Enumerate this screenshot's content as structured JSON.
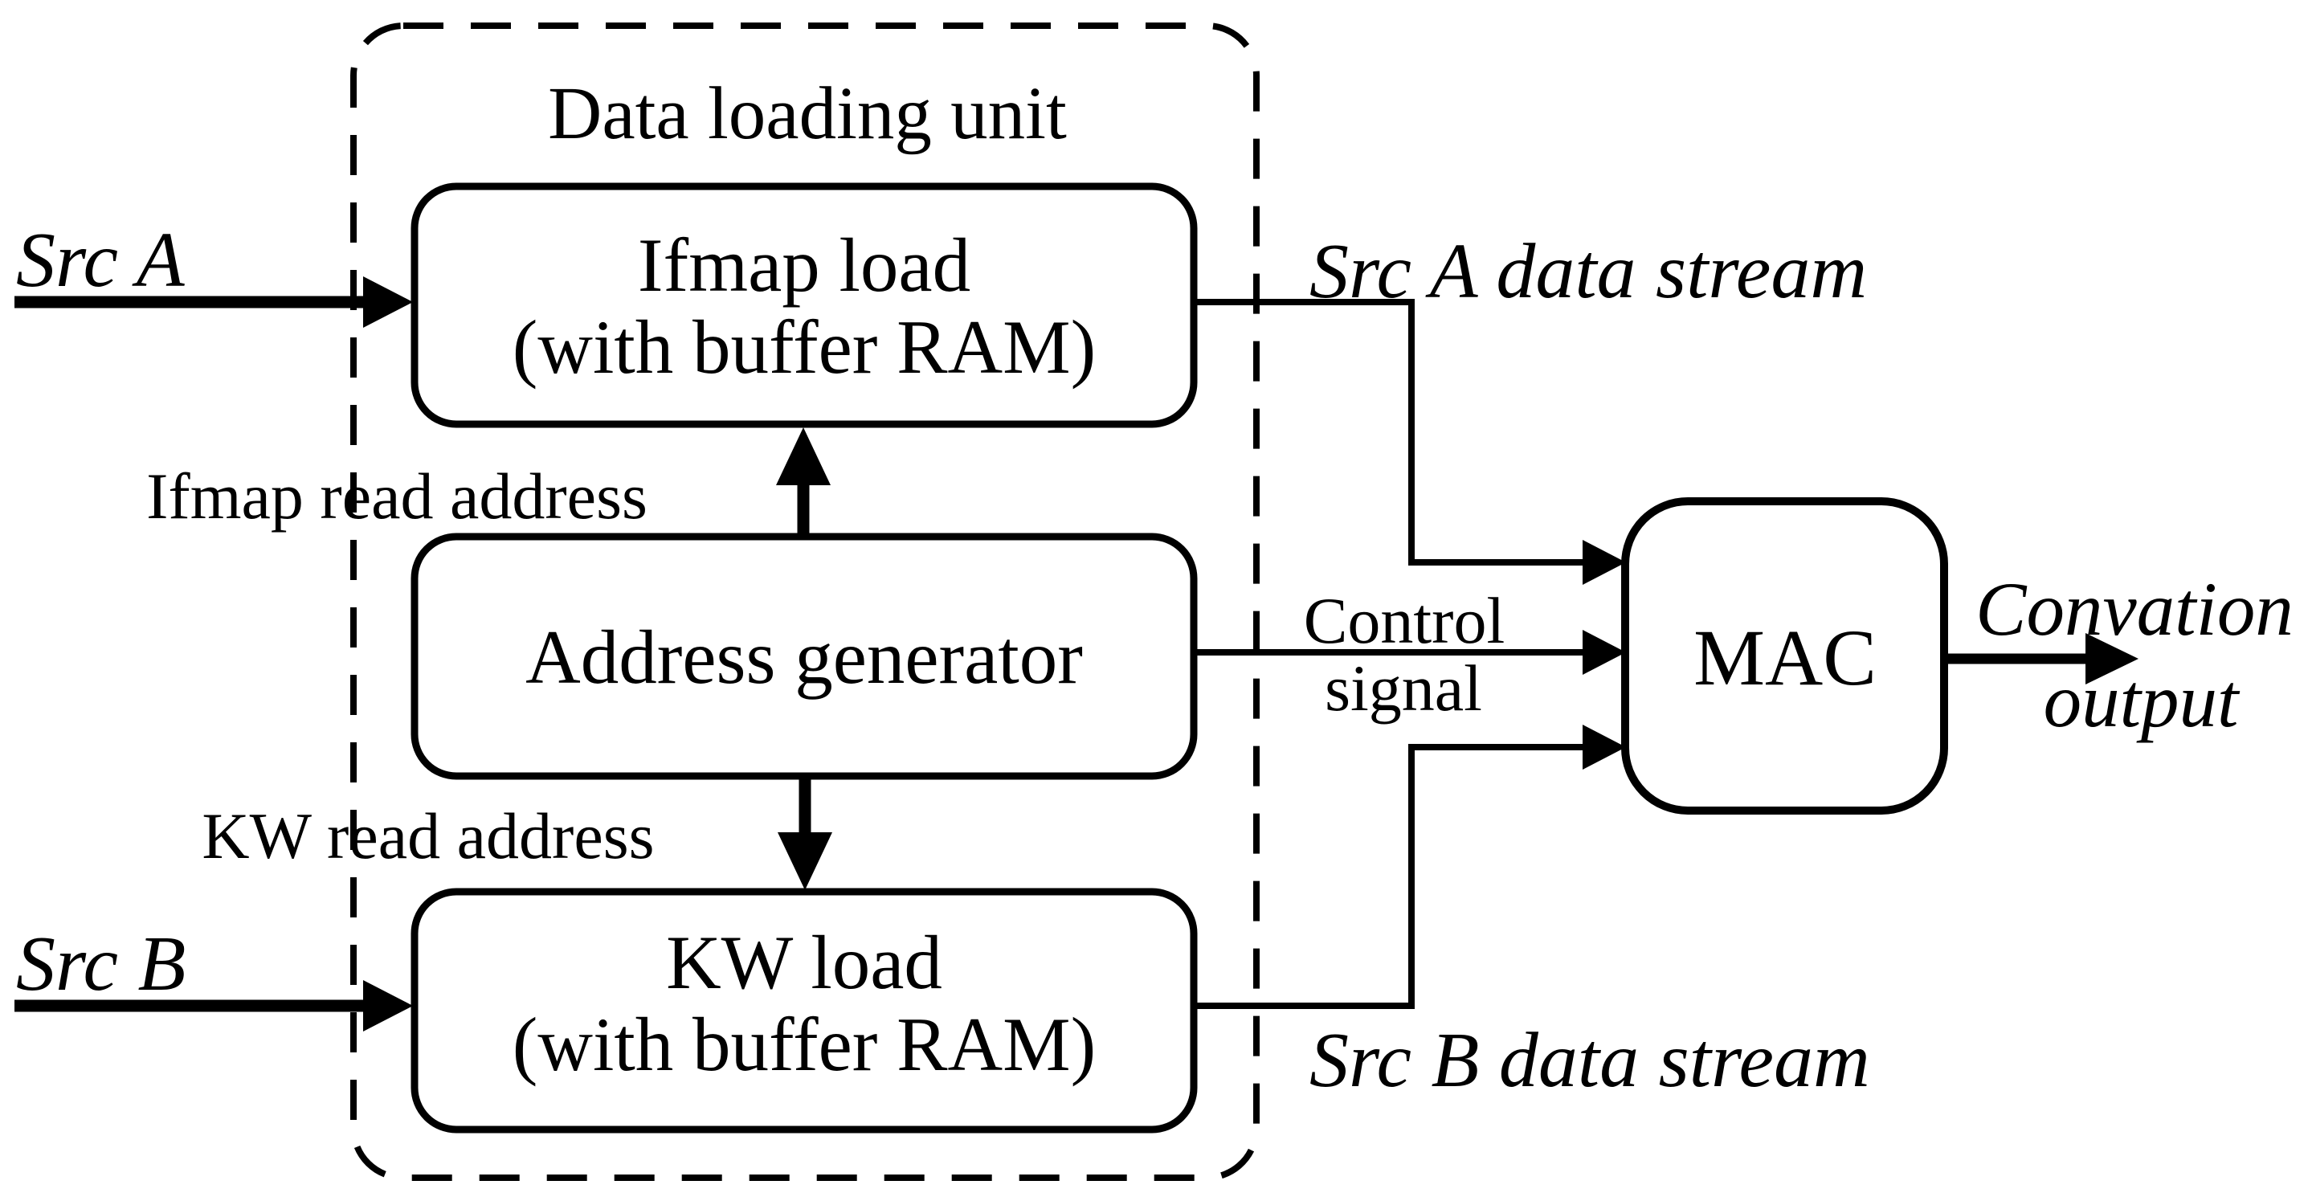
{
  "diagram": {
    "background_color": "#ffffff",
    "ink_color": "#000000",
    "container": {
      "title": "Data loading unit"
    },
    "blocks": {
      "ifmap": {
        "line1": "Ifmap load",
        "line2": "(with buffer RAM)"
      },
      "address_generator": {
        "label": "Address generator"
      },
      "kw": {
        "line1": "KW load",
        "line2": "(with buffer RAM)"
      },
      "mac": {
        "label": "MAC"
      }
    },
    "labels": {
      "src_a": "Src A",
      "src_b": "Src B",
      "ifmap_read_address": "Ifmap read address",
      "kw_read_address": "KW read address",
      "src_a_stream": "Src A data stream",
      "src_b_stream": "Src B data stream",
      "control_line1": "Control",
      "control_line2": "signal",
      "output_line1": "Convation",
      "output_line2": "output"
    }
  }
}
